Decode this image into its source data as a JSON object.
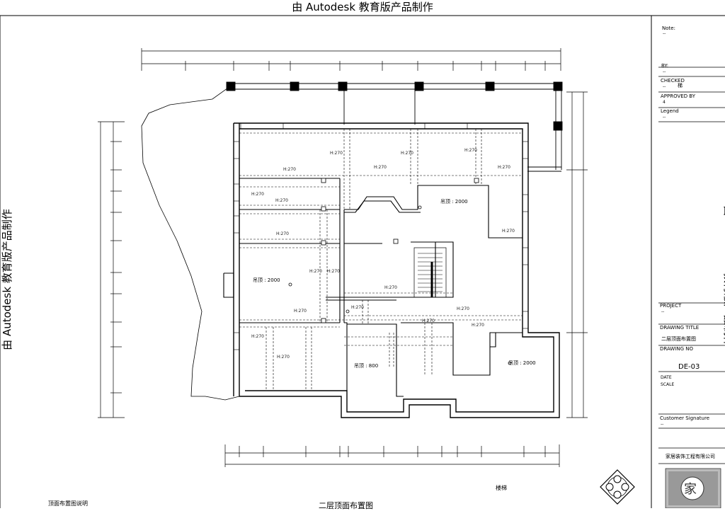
{
  "watermark": "由 Autodesk 教育版产品制作",
  "title_block": {
    "notes_label": "Note:",
    "notes_value": "--",
    "by_label": "BY:",
    "by_value": "--",
    "checked_label": "CHECKED",
    "checked_value": "--",
    "checked_mark": "梯",
    "approved_label": "APPROVED BY",
    "approved_value": "4",
    "legend_label": "Legend",
    "legend_value": "--",
    "project_label": "PROJECT",
    "project_value": "--",
    "drawing_title_label": "DRAWING TITLE",
    "drawing_title_value": "二层顶面布置图",
    "drawing_no_label": "DRAWING NO",
    "drawing_no": "DE-03",
    "date_label": "DATE",
    "scale_label": "SCALE",
    "signature_label": "Customer Signature",
    "signature_value": "--",
    "company_line": "家居装饰工程有限公司"
  },
  "plan": {
    "ceiling_labels": [
      "吊顶 : 2000",
      "吊顶 : 2000",
      "吊顶 : 800",
      "吊顶 : 2000"
    ],
    "room_tags": [
      "H:270",
      "H:270",
      "H:270",
      "H:270",
      "H:270",
      "H:270",
      "H:270",
      "H:270",
      "H:270",
      "H:270",
      "H:270",
      "H:270",
      "H:270",
      "H:270",
      "H:270",
      "H:270",
      "H:270",
      "H:270",
      "H:270",
      "H:270"
    ],
    "plan_caption": "楼梯",
    "bottom_left_note": "顶面布置图说明",
    "bottom_title": "二层顶面布置图"
  },
  "colors": {
    "line": "#000000",
    "background": "#ffffff"
  }
}
